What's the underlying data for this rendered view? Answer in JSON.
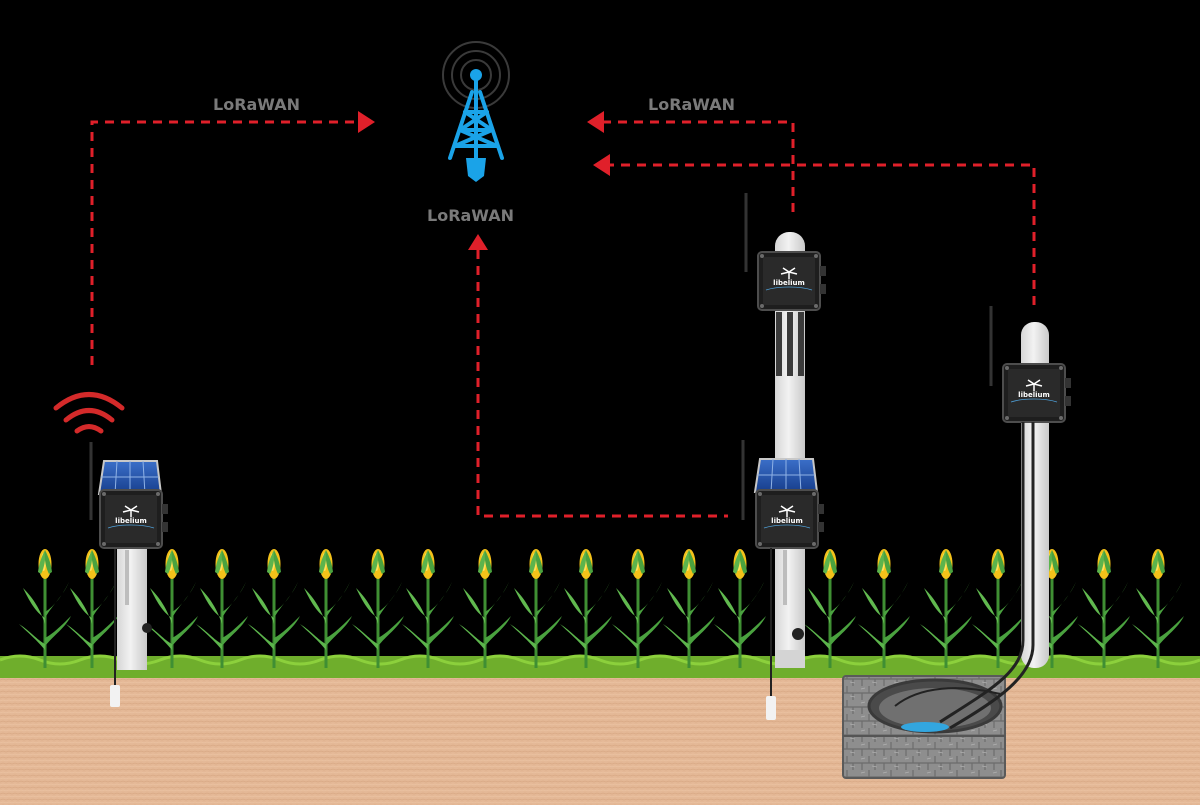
{
  "labels": {
    "link_left": "LoRaWAN",
    "link_right": "LoRaWAN",
    "link_middle": "LoRaWAN"
  },
  "device": {
    "brand": "libelium"
  },
  "colors": {
    "background": "#000000",
    "link": "#e0202a",
    "tower": "#1aa3e8",
    "wifi": "#d42a2a",
    "soil": "#e4b896",
    "grass": "#6fae2c",
    "corn_leaf": "#56b34a",
    "corn_cob": "#f4c21a",
    "pole": "#e4e4e4",
    "solar": "#1d3f8f"
  },
  "icons": [
    "gateway-tower-icon",
    "wifi-signal-icon",
    "solar-panel-icon",
    "antenna-icon",
    "corn-plant-icon"
  ]
}
